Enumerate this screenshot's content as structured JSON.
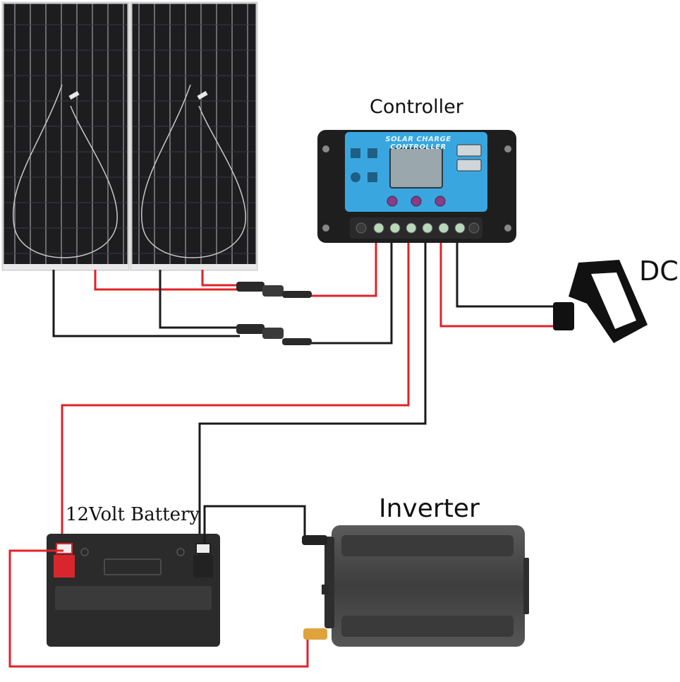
{
  "labels": {
    "controller": "Controller",
    "dc": "DC",
    "battery": "12Volt Battery",
    "inverter": "Inverter",
    "controller_panel_title": "SOLAR CHARGE CONTROLLER"
  },
  "colors": {
    "positive_wire": "#e0222a",
    "negative_wire": "#1a1a1a",
    "controller_face": "#3aa6e0",
    "panel_cell": "#1c1c1e",
    "battery_body": "#2b2b2b",
    "battery_positive": "#d9262c",
    "inverter_body": "#4a4a4a",
    "inverter_terminal": "#e0a23a"
  },
  "icons": [
    "solar-panel-icon",
    "connector-icon",
    "usb-port-icon",
    "lcd-screen-icon",
    "dc-load-icon",
    "battery-terminal-icon"
  ]
}
